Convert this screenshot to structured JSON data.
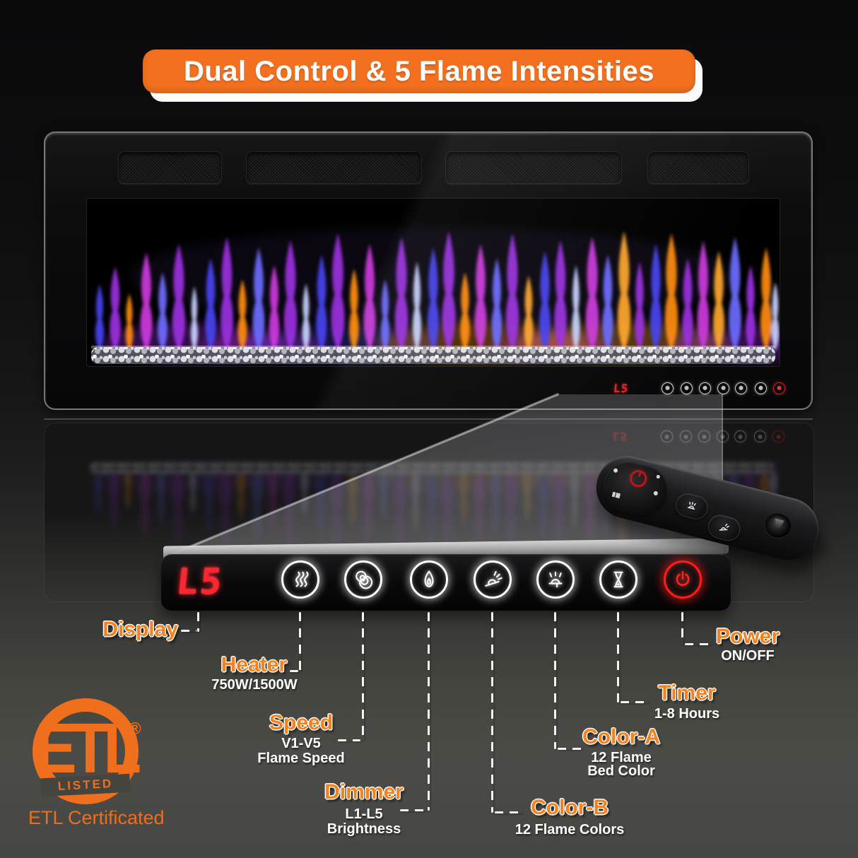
{
  "banner": {
    "title": "Dual Control & 5 Flame Intensities"
  },
  "display": {
    "value": "L5"
  },
  "panel": {
    "buttons": [
      {
        "id": "heater",
        "icon": "heat-waves-icon"
      },
      {
        "id": "speed",
        "icon": "spiral-icon"
      },
      {
        "id": "dimmer",
        "icon": "flame-icon"
      },
      {
        "id": "color-b",
        "icon": "accent-light-icon"
      },
      {
        "id": "color-a",
        "icon": "flame-bed-icon"
      },
      {
        "id": "timer",
        "icon": "hourglass-icon"
      },
      {
        "id": "power",
        "icon": "power-icon"
      }
    ]
  },
  "callouts": {
    "display": {
      "label": "Display"
    },
    "heater": {
      "label": "Heater",
      "line1": "750W/1500W"
    },
    "speed": {
      "label": "Speed",
      "line1": "V1-V5",
      "line2": "Flame Speed"
    },
    "dimmer": {
      "label": "Dimmer",
      "line1": "L1-L5",
      "line2": "Brightness"
    },
    "color_b": {
      "label": "Color-B",
      "line1": "12 Flame Colors"
    },
    "color_a": {
      "label": "Color-A",
      "line1": "12 Flame",
      "line2": "Bed Color"
    },
    "timer": {
      "label": "Timer",
      "line1": "1-8 Hours"
    },
    "power": {
      "label": "Power",
      "line1": "ON/OFF"
    }
  },
  "certification": {
    "logo": "ETL",
    "registered": "®",
    "ribbon": "LISTED",
    "caption": "ETL Certificated"
  },
  "colors": {
    "banner_orange": "#f2701f",
    "label_orange": "#f5821f",
    "led_red": "#ff2631",
    "power_red": "#ff1c1c",
    "flame_blue": "#4743f0",
    "flame_purple": "#9a2fe0",
    "flame_magenta": "#cc3bdd",
    "flame_orange": "#ff8c12"
  }
}
